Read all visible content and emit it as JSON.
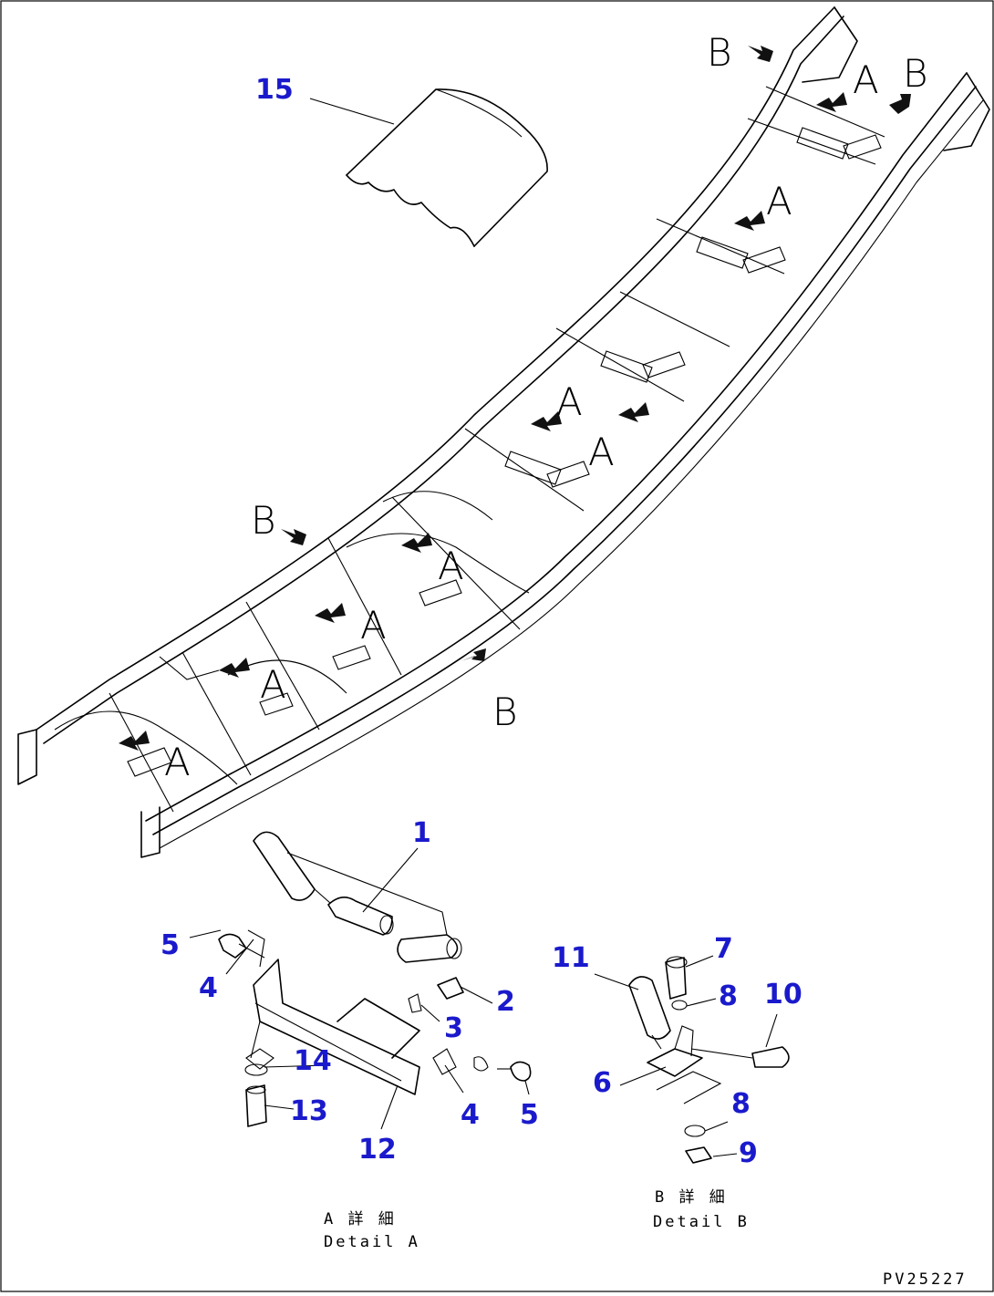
{
  "diagram": {
    "callouts": {
      "c15": "15",
      "c1": "1",
      "c2": "2",
      "c3": "3",
      "c4a": "4",
      "c4b": "4",
      "c5a": "5",
      "c5b": "5",
      "c6": "6",
      "c7": "7",
      "c8a": "8",
      "c8b": "8",
      "c9": "9",
      "c10": "10",
      "c11": "11",
      "c12": "12",
      "c13": "13",
      "c14": "14"
    },
    "view_letters": {
      "a1": "A",
      "a2": "A",
      "a3": "A",
      "a4": "A",
      "a5": "A",
      "a6": "A",
      "a7": "A",
      "a8": "A",
      "b1": "B",
      "b2": "B",
      "b3": "B",
      "b4": "B"
    },
    "detail_a": {
      "jp": "A 詳 細",
      "en": "Detail A"
    },
    "detail_b": {
      "jp": "B 詳 細",
      "en": "Detail B"
    },
    "drawing_number": "PV25227",
    "colors": {
      "callout": "#1a1acc",
      "line": "#000000",
      "background": "#ffffff"
    }
  }
}
